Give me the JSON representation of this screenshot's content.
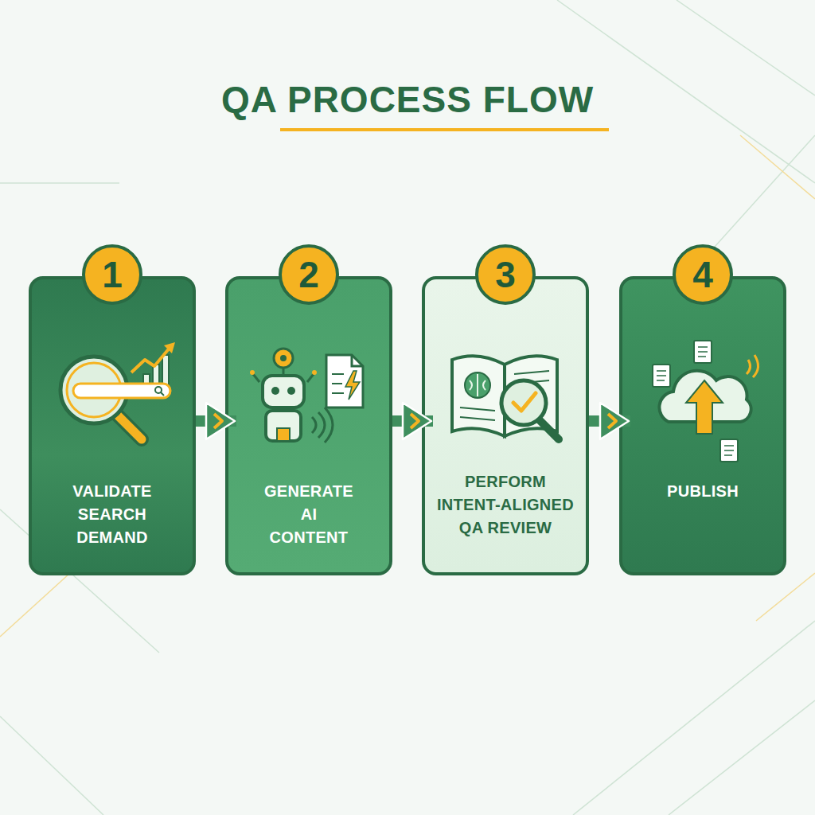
{
  "diagram": {
    "title": "QA PROCESS FLOW",
    "nodes": [
      {
        "text": [
          "1",
          "VALIDATE SEARCH DEMAND"
        ]
      },
      {
        "text": [
          "2",
          "GENERATE AI CONTENT"
        ]
      },
      {
        "text": [
          "3",
          "PERFORM INTENT-ALIGNED QA REVIEW"
        ]
      },
      {
        "text": [
          "4",
          "PUBLISH"
        ]
      }
    ],
    "edges": [
      {
        "from": 0,
        "to": 1,
        "arrow": "to"
      },
      {
        "from": 1,
        "to": 2,
        "arrow": "to"
      },
      {
        "from": 2,
        "to": 3,
        "arrow": "to"
      }
    ]
  }
}
